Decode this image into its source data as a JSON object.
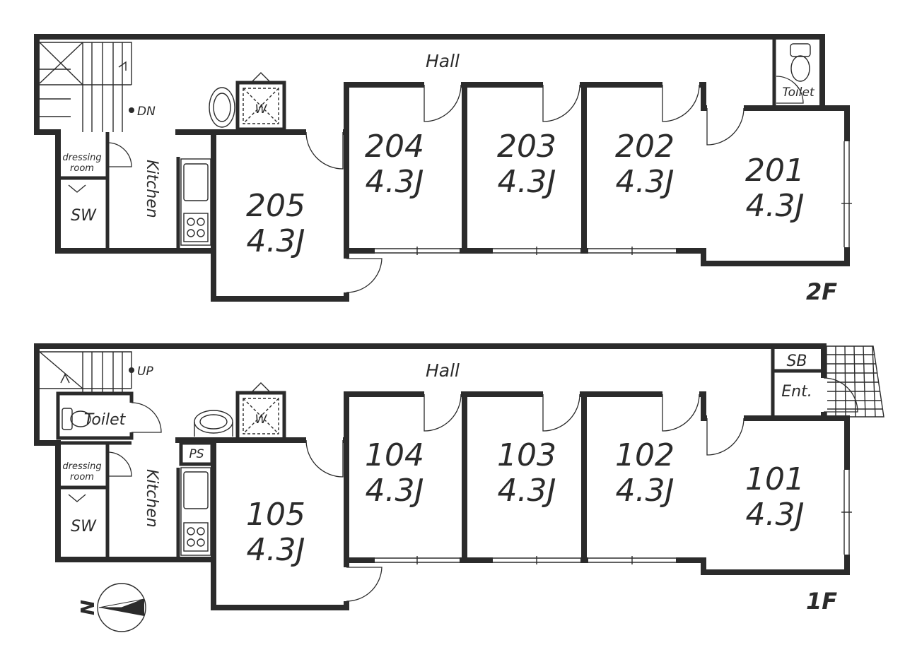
{
  "floors": [
    {
      "id": "2F",
      "label": "2F",
      "hall": "Hall",
      "stair_note": "DN",
      "toilet": "Toilet",
      "dressing": [
        "dressing",
        "room"
      ],
      "sw": "SW",
      "kitchen": "Kitchen",
      "washer": "W",
      "rooms": [
        {
          "number": "205",
          "size": "4.3J"
        },
        {
          "number": "204",
          "size": "4.3J"
        },
        {
          "number": "203",
          "size": "4.3J"
        },
        {
          "number": "202",
          "size": "4.3J"
        },
        {
          "number": "201",
          "size": "4.3J"
        }
      ]
    },
    {
      "id": "1F",
      "label": "1F",
      "hall": "Hall",
      "stair_note": "UP",
      "toilet": "Toilet",
      "dressing": [
        "dressing",
        "room"
      ],
      "sw": "SW",
      "kitchen": "Kitchen",
      "washer": "W",
      "ps": "PS",
      "sb": "SB",
      "entrance": "Ent.",
      "rooms": [
        {
          "number": "105",
          "size": "4.3J"
        },
        {
          "number": "104",
          "size": "4.3J"
        },
        {
          "number": "103",
          "size": "4.3J"
        },
        {
          "number": "102",
          "size": "4.3J"
        },
        {
          "number": "101",
          "size": "4.3J"
        }
      ]
    }
  ],
  "compass": {
    "label": "N"
  },
  "colors": {
    "ink": "#2b2b2b",
    "background": "#ffffff"
  }
}
